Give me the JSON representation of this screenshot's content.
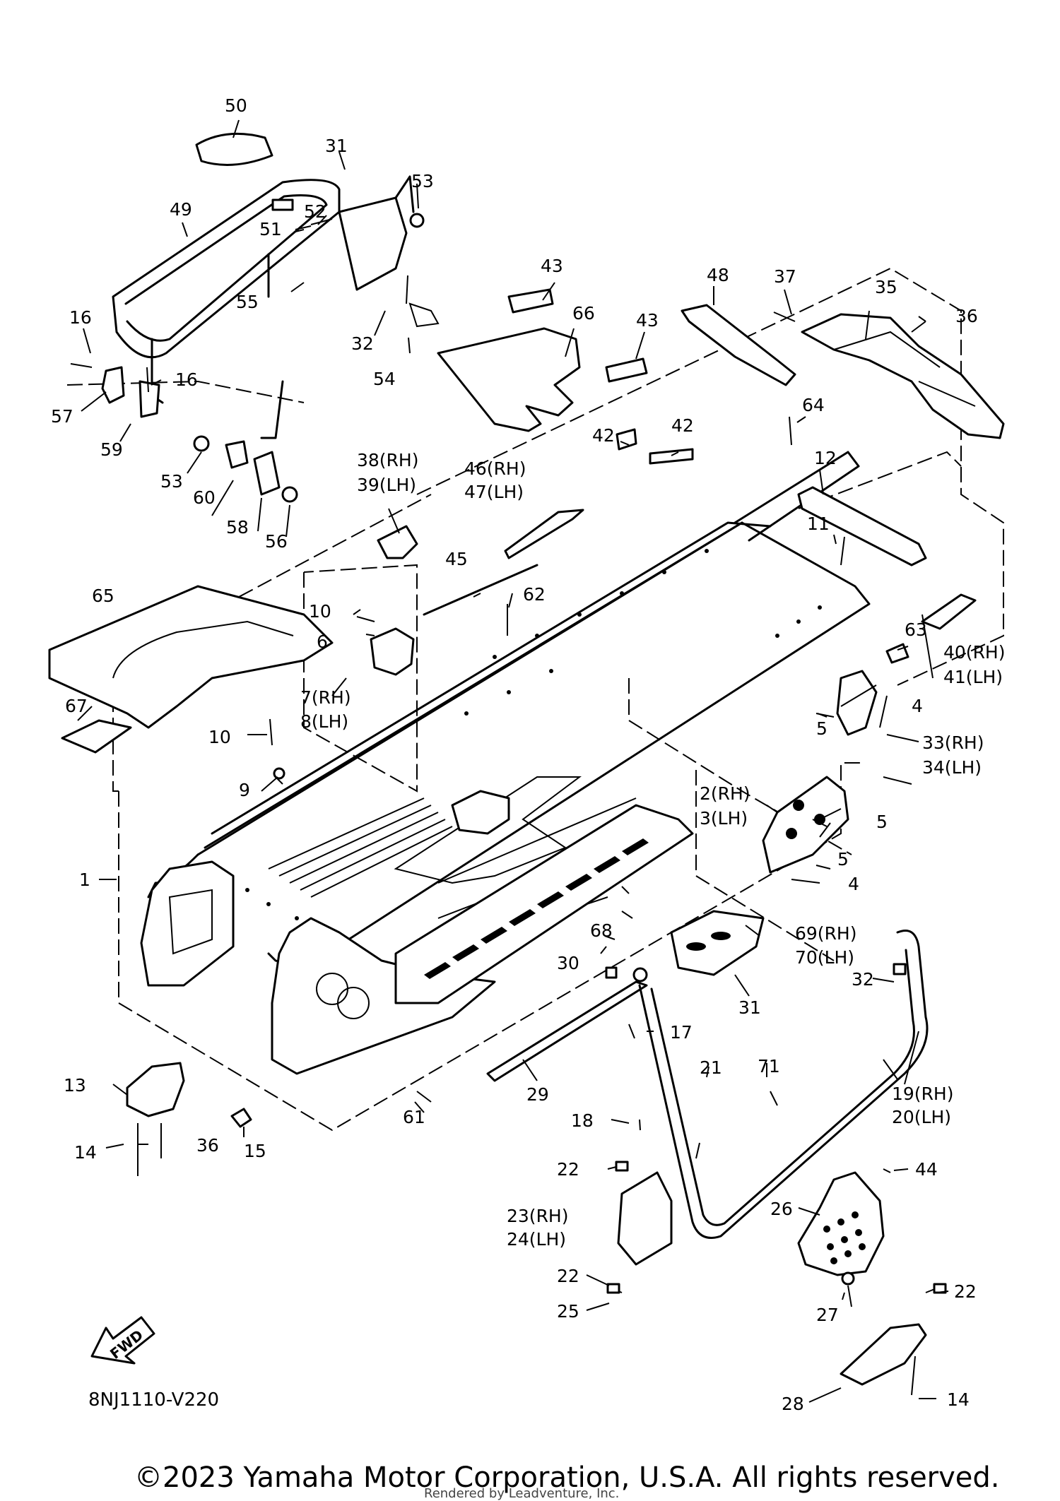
{
  "diagram": {
    "drawing_code": "8NJ1110-V220",
    "direction_label": "FWD",
    "copyright": "©2023 Yamaha Motor Corporation, U.S.A. All rights reserved.",
    "rendered_by": "Rendered by Leadventure, Inc."
  },
  "callouts": [
    {
      "id": "c50",
      "label": "50"
    },
    {
      "id": "c31a",
      "label": "31"
    },
    {
      "id": "c53a",
      "label": "53"
    },
    {
      "id": "c49",
      "label": "49"
    },
    {
      "id": "c52",
      "label": "52"
    },
    {
      "id": "c51",
      "label": "51"
    },
    {
      "id": "c55",
      "label": "55"
    },
    {
      "id": "c32a",
      "label": "32"
    },
    {
      "id": "c54",
      "label": "54"
    },
    {
      "id": "c16a",
      "label": "16"
    },
    {
      "id": "c16b",
      "label": "16"
    },
    {
      "id": "c57",
      "label": "57"
    },
    {
      "id": "c59",
      "label": "59"
    },
    {
      "id": "c53b",
      "label": "53"
    },
    {
      "id": "c60",
      "label": "60"
    },
    {
      "id": "c58",
      "label": "58"
    },
    {
      "id": "c56",
      "label": "56"
    },
    {
      "id": "c43a",
      "label": "43"
    },
    {
      "id": "c66",
      "label": "66"
    },
    {
      "id": "c43b",
      "label": "43"
    },
    {
      "id": "c48",
      "label": "48"
    },
    {
      "id": "c37",
      "label": "37"
    },
    {
      "id": "c35",
      "label": "35"
    },
    {
      "id": "c36a",
      "label": "36"
    },
    {
      "id": "c64",
      "label": "64"
    },
    {
      "id": "c42a",
      "label": "42"
    },
    {
      "id": "c42b",
      "label": "42"
    },
    {
      "id": "c38",
      "label": "38(RH)"
    },
    {
      "id": "c39",
      "label": "39(LH)"
    },
    {
      "id": "c46",
      "label": "46(RH)"
    },
    {
      "id": "c47",
      "label": "47(LH)"
    },
    {
      "id": "c12",
      "label": "12"
    },
    {
      "id": "c11",
      "label": "11"
    },
    {
      "id": "c45",
      "label": "45"
    },
    {
      "id": "c65",
      "label": "65"
    },
    {
      "id": "c10a",
      "label": "10"
    },
    {
      "id": "c62",
      "label": "62"
    },
    {
      "id": "c6",
      "label": "6"
    },
    {
      "id": "c63",
      "label": "63"
    },
    {
      "id": "c40",
      "label": "40(RH)"
    },
    {
      "id": "c41",
      "label": "41(LH)"
    },
    {
      "id": "c7",
      "label": "7(RH)"
    },
    {
      "id": "c8",
      "label": "8(LH)"
    },
    {
      "id": "c67",
      "label": "67"
    },
    {
      "id": "c4a",
      "label": "4"
    },
    {
      "id": "c5a",
      "label": "5"
    },
    {
      "id": "c33",
      "label": "33(RH)"
    },
    {
      "id": "c34",
      "label": "34(LH)"
    },
    {
      "id": "c10b",
      "label": "10"
    },
    {
      "id": "c9",
      "label": "9"
    },
    {
      "id": "c2",
      "label": "2(RH)"
    },
    {
      "id": "c3",
      "label": "3(LH)"
    },
    {
      "id": "c5b",
      "label": "5"
    },
    {
      "id": "c1",
      "label": "1"
    },
    {
      "id": "c5c",
      "label": "5"
    },
    {
      "id": "c4b",
      "label": "4"
    },
    {
      "id": "c68",
      "label": "68"
    },
    {
      "id": "c69",
      "label": "69(RH)"
    },
    {
      "id": "c70",
      "label": "70(LH)"
    },
    {
      "id": "c30",
      "label": "30"
    },
    {
      "id": "c31b",
      "label": "31"
    },
    {
      "id": "c32b",
      "label": "32"
    },
    {
      "id": "c17",
      "label": "17"
    },
    {
      "id": "c29",
      "label": "29"
    },
    {
      "id": "c71",
      "label": "71"
    },
    {
      "id": "c21",
      "label": "21"
    },
    {
      "id": "c19",
      "label": "19(RH)"
    },
    {
      "id": "c20",
      "label": "20(LH)"
    },
    {
      "id": "c13",
      "label": "13"
    },
    {
      "id": "c18",
      "label": "18"
    },
    {
      "id": "c36b",
      "label": "36"
    },
    {
      "id": "c15",
      "label": "15"
    },
    {
      "id": "c61",
      "label": "61"
    },
    {
      "id": "c14a",
      "label": "14"
    },
    {
      "id": "c22a",
      "label": "22"
    },
    {
      "id": "c44",
      "label": "44"
    },
    {
      "id": "c23",
      "label": "23(RH)"
    },
    {
      "id": "c24",
      "label": "24(LH)"
    },
    {
      "id": "c26",
      "label": "26"
    },
    {
      "id": "c22b",
      "label": "22"
    },
    {
      "id": "c25",
      "label": "25"
    },
    {
      "id": "c27",
      "label": "27"
    },
    {
      "id": "c22c",
      "label": "22"
    },
    {
      "id": "c14b",
      "label": "14"
    },
    {
      "id": "c28",
      "label": "28"
    }
  ]
}
